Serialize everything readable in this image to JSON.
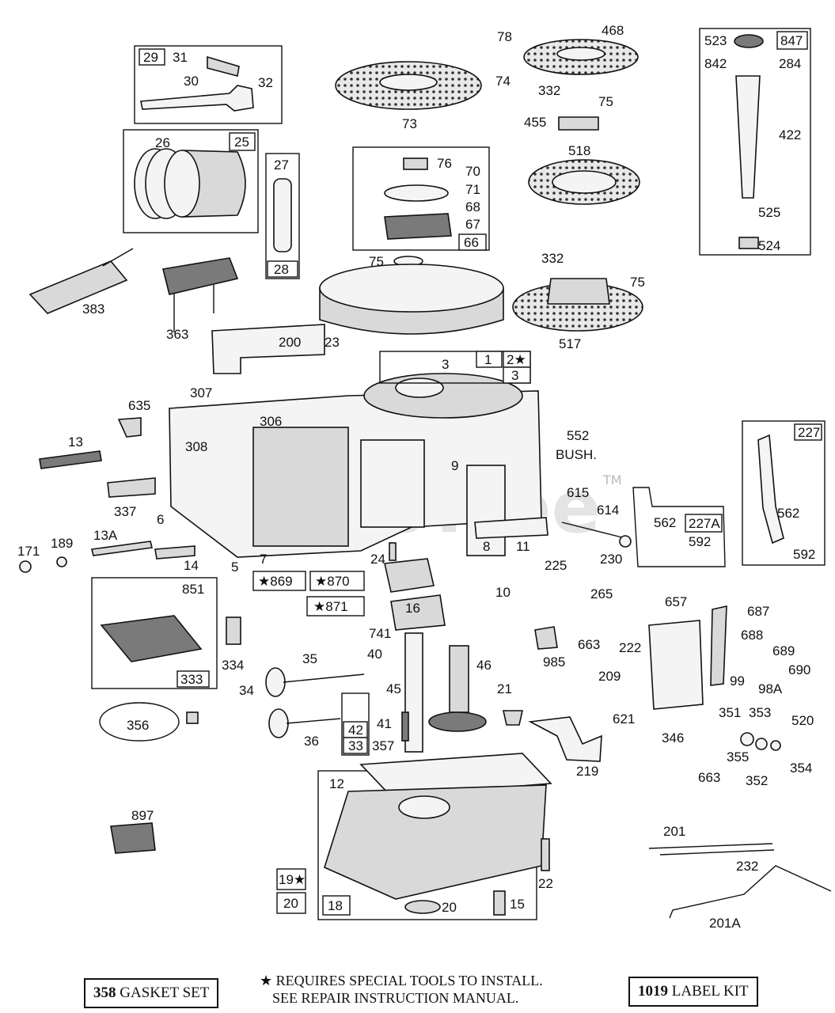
{
  "watermark": {
    "text": "PartsTree",
    "tm": "TM"
  },
  "labels": {
    "l29": "29",
    "l31": "31",
    "l30": "30",
    "l32": "32",
    "l26": "26",
    "l25": "25",
    "l27": "27",
    "l28": "28",
    "l383": "383",
    "l363": "363",
    "l200": "200",
    "l73": "73",
    "l78": "78",
    "l468": "468",
    "l74": "74",
    "l332a": "332",
    "l75a": "75",
    "l455": "455",
    "l518": "518",
    "l76": "76",
    "l70": "70",
    "l71": "71",
    "l68": "68",
    "l67": "67",
    "l66": "66",
    "l75b": "75",
    "l23": "23",
    "l332b": "332",
    "l75c": "75",
    "l517": "517",
    "l523": "523",
    "l847": "847",
    "l842": "842",
    "l284": "284",
    "l422": "422",
    "l525": "525",
    "l524": "524",
    "l3a": "3",
    "l1": "1",
    "l2s": "2★",
    "l3b": "3",
    "l307": "307",
    "l306": "306",
    "l635": "635",
    "l308": "308",
    "l13": "13",
    "l337": "337",
    "l6": "6",
    "l13A": "13A",
    "l171": "171",
    "l189": "189",
    "l14": "14",
    "l5": "5",
    "l7": "7",
    "l869": "★869",
    "l870": "★870",
    "l871": "★871",
    "l24": "24",
    "l9": "9",
    "l8": "8",
    "l11": "11",
    "l10": "10",
    "l552": "552",
    "lbush": "BUSH.",
    "l615": "615",
    "l614": "614",
    "l225": "225",
    "l230": "230",
    "l562a": "562",
    "l227A": "227A",
    "l592a": "592",
    "l227": "227",
    "l562b": "562",
    "l592b": "592",
    "l851": "851",
    "l334": "334",
    "l333": "333",
    "l16": "16",
    "l741": "741",
    "l265": "265",
    "l657": "657",
    "l687": "687",
    "l35": "35",
    "l40": "40",
    "l34": "34",
    "l46": "46",
    "l45": "45",
    "l41": "41",
    "l42": "42",
    "l33": "33",
    "l36": "36",
    "l357": "357",
    "l21": "21",
    "l356": "356",
    "l985": "985",
    "l663a": "663",
    "l222": "222",
    "l209": "209",
    "l688": "688",
    "l689": "689",
    "l690": "690",
    "l99": "99",
    "l98A": "98A",
    "l621": "621",
    "l219": "219",
    "l351": "351",
    "l353": "353",
    "l520": "520",
    "l346": "346",
    "l355": "355",
    "l663b": "663",
    "l352": "352",
    "l354": "354",
    "l12": "12",
    "l897": "897",
    "l19s": "19★",
    "l20a": "20",
    "l18": "18",
    "l20b": "20",
    "l15": "15",
    "l22": "22",
    "l201": "201",
    "l232": "232",
    "l201A": "201A"
  },
  "footer": {
    "gasket_num": "358",
    "gasket_text": " GASKET SET",
    "note_star": "★",
    "note_line1": "REQUIRES SPECIAL TOOLS TO INSTALL.",
    "note_line2": "SEE REPAIR INSTRUCTION MANUAL.",
    "label_num": "1019",
    "label_text": " LABEL KIT"
  }
}
